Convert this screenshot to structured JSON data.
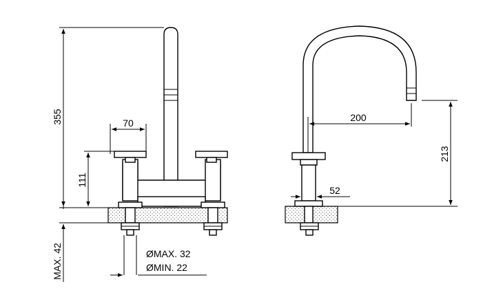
{
  "drawing": {
    "front_view": {
      "height_total": "355",
      "handle_spacing": "70",
      "handle_height": "111",
      "deck_thickness_max": "MAX. 42",
      "hole_diameter_max": "ØMAX. 32",
      "hole_diameter_min": "ØMIN. 22"
    },
    "side_view": {
      "spout_reach": "200",
      "spout_height": "213",
      "body_diameter": "52"
    }
  }
}
